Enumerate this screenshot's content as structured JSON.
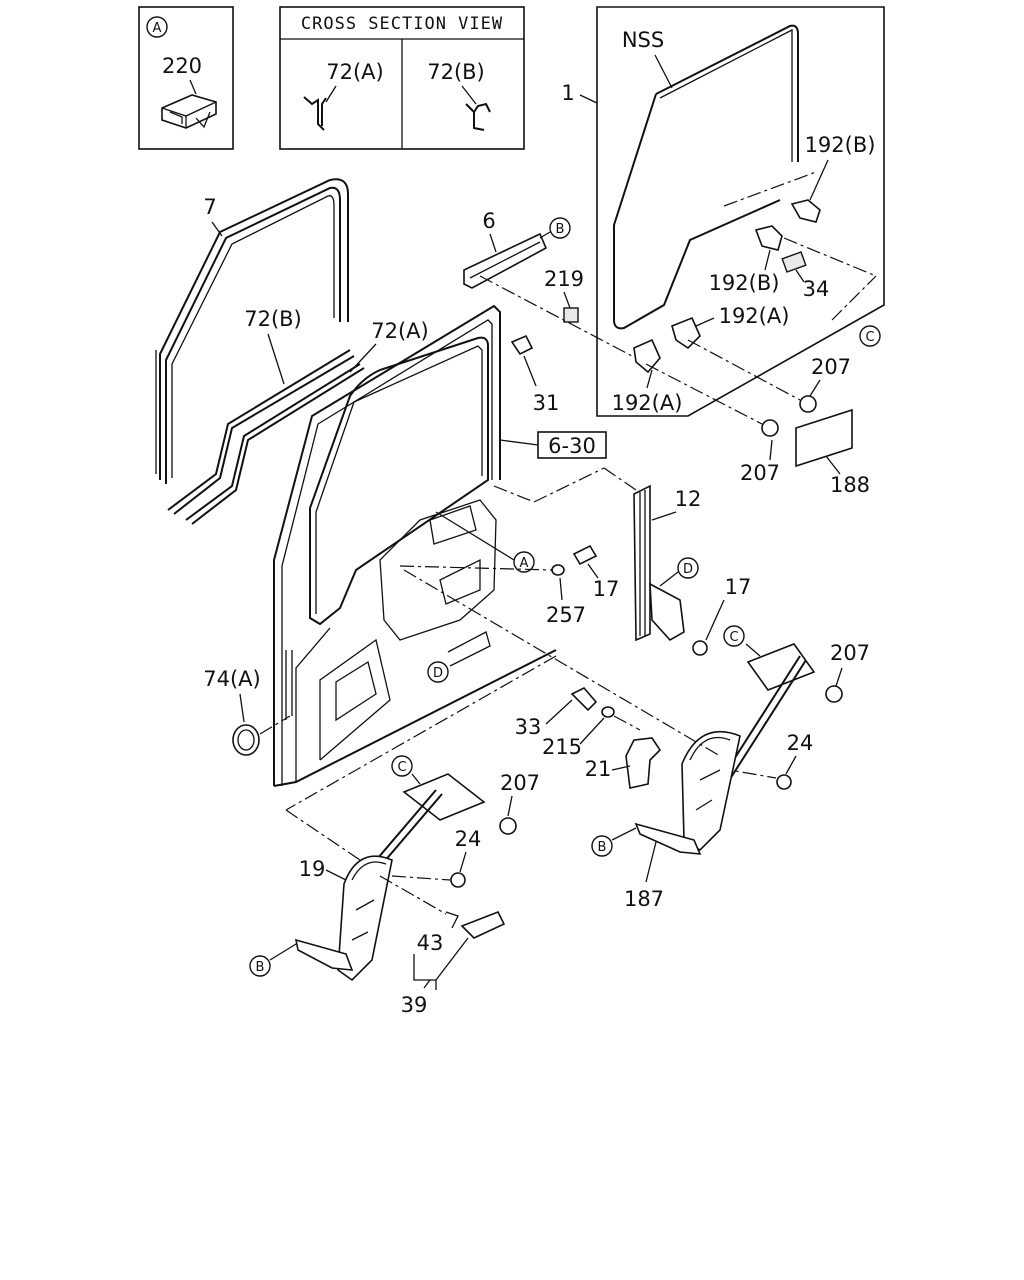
{
  "inset_a": {
    "marker": "A",
    "part": "220"
  },
  "cross_section": {
    "title": "CROSS SECTION VIEW",
    "left_label": "72(A)",
    "right_label": "72(B)"
  },
  "glass_box": {
    "nss_label": "NSS"
  },
  "references": {
    "A": "A",
    "B": "B",
    "C": "C",
    "D": "D",
    "ref_box": "6-30"
  },
  "parts": {
    "p1": "1",
    "p6": "6",
    "p7": "7",
    "p12": "12",
    "p17a": "17",
    "p17b": "17",
    "p19": "19",
    "p21": "21",
    "p24a": "24",
    "p24b": "24",
    "p31": "31",
    "p33": "33",
    "p34": "34",
    "p39": "39",
    "p43": "43",
    "p72a": "72(A)",
    "p72b": "72(B)",
    "p74a": "74(A)",
    "p187": "187",
    "p188": "188",
    "p192a1": "192(A)",
    "p192a2": "192(A)",
    "p192b1": "192(B)",
    "p192b2": "192(B)",
    "p207a": "207",
    "p207b": "207",
    "p207c": "207",
    "p207d": "207",
    "p215": "215",
    "p219": "219",
    "p257": "257"
  }
}
